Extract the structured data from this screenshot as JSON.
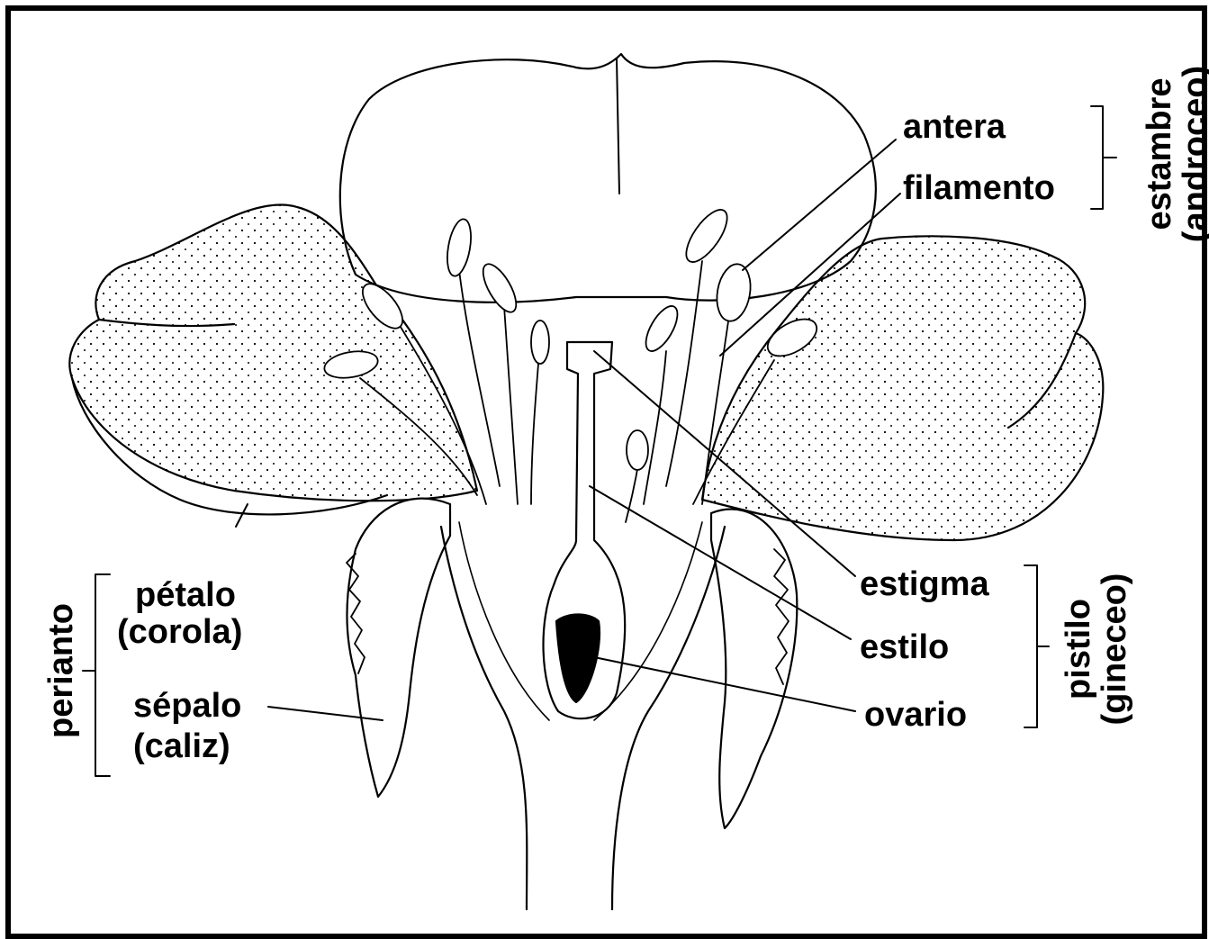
{
  "labels": {
    "antera": "antera",
    "filamento": "filamento",
    "estambre": "estambre",
    "androceo": "(androceo)",
    "estigma": "estigma",
    "estilo": "estilo",
    "ovario": "ovario",
    "pistilo": "pistilo",
    "gineceo": "(gineceo)",
    "petalo": "pétalo",
    "corola": "(corola)",
    "sepalo": "sépalo",
    "caliz": "(caliz)",
    "perianto": "perianto"
  },
  "colors": {
    "ink": "#000000",
    "paper": "#ffffff"
  }
}
